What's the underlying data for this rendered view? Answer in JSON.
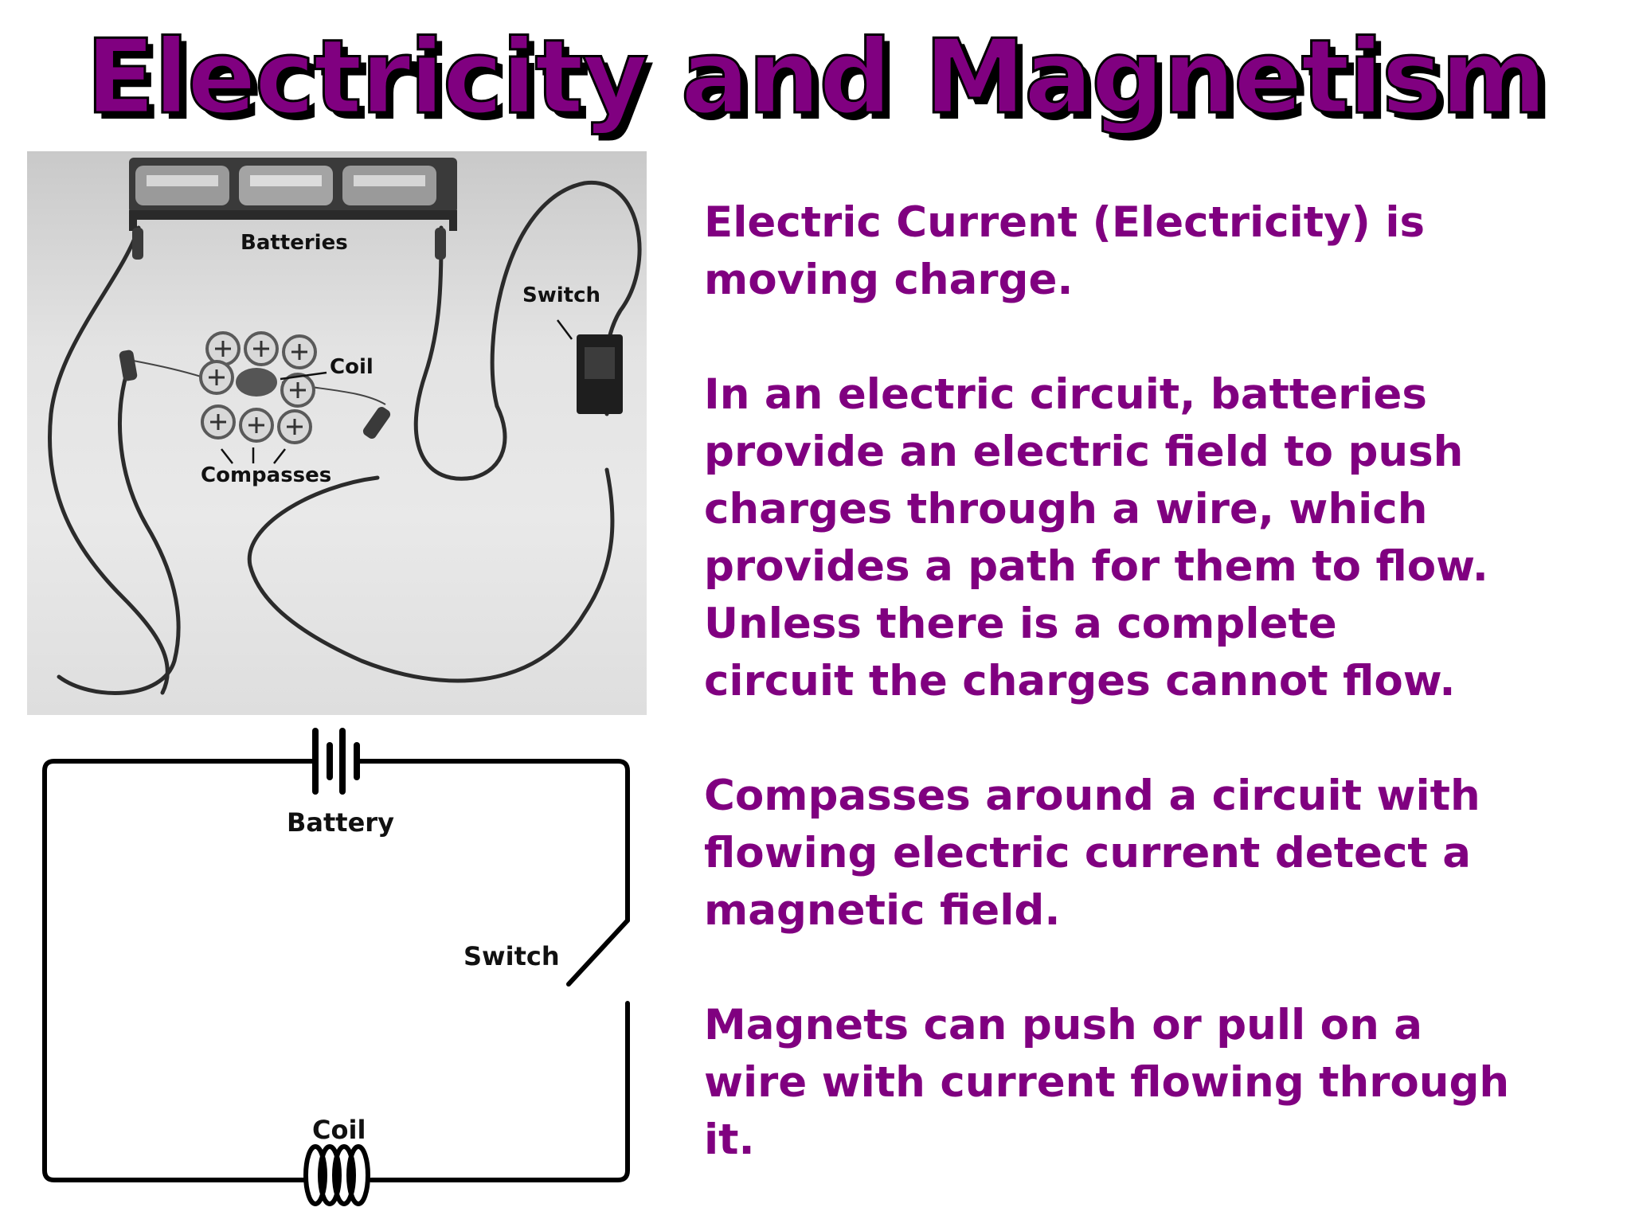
{
  "slide": {
    "title": "Electricity and Magnetism",
    "paragraphs": [
      "Electric Current (Electricity) is\nmoving charge.",
      "In an electric circuit, batteries\nprovide an electric field to push\ncharges through a wire, which\nprovides a path for them to flow.\nUnless there is a complete\ncircuit the charges cannot flow.",
      "Compasses around a circuit with\nflowing electric current detect a\nmagnetic field.",
      "Magnets can push or pull on a\nwire with current flowing through\nit."
    ]
  },
  "photo": {
    "labels": {
      "batteries": "Batteries",
      "switch": "Switch",
      "coil": "Coil",
      "compasses": "Compasses"
    }
  },
  "diagram": {
    "labels": {
      "battery": "Battery",
      "switch": "Switch",
      "coil": "Coil"
    }
  },
  "colors": {
    "title": "#800080",
    "title_shadow": "#000000",
    "body_text": "#800080"
  }
}
